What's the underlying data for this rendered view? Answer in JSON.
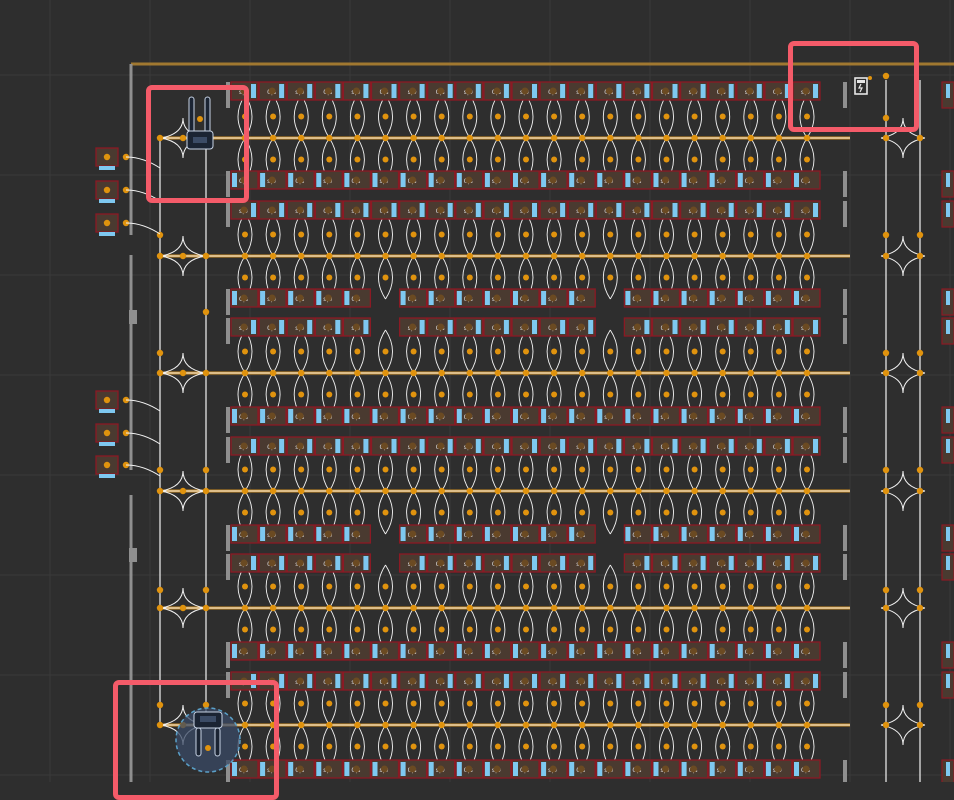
{
  "app": {
    "view": "warehouse-map-editor"
  },
  "colors": {
    "background": "#2e2e2e",
    "grid_line": "#3a3a3a",
    "rack_border": "#8b1a24",
    "rack_fill": "#4a3a30",
    "slot_blue": "#7ec8f0",
    "node": "#e0930e",
    "path_white": "#f2f2f2",
    "path_orange": "#c98a20",
    "wall": "#8f8f8f",
    "top_rail": "#a07830",
    "highlight": "#f45b69",
    "robot_body": "#1b2433",
    "robot_zone": "#5aa0c8"
  },
  "map": {
    "rack_label_pairs": [
      "s|0",
      "0|s"
    ],
    "highlights": [
      {
        "id": "robot-top-left",
        "label": ""
      },
      {
        "id": "charging-station",
        "label": ""
      },
      {
        "id": "robot-bottom-left",
        "label": ""
      }
    ],
    "icons": {
      "charger": "charging-station-icon",
      "robot": "agv-robot-icon"
    }
  }
}
